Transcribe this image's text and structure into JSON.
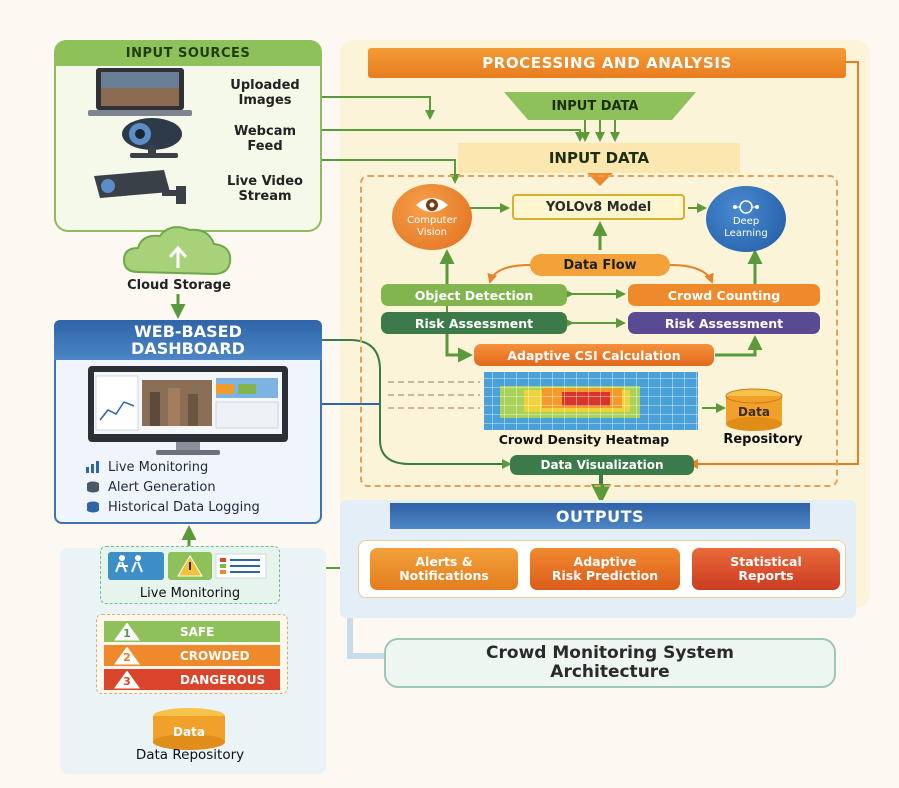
{
  "input_sources": {
    "title": "INPUT SOURCES",
    "items": [
      "Uploaded\nImages",
      "Webcam\nFeed",
      "Live Video\nStream"
    ]
  },
  "cloud": {
    "label": "Cloud Storage"
  },
  "processing": {
    "title": "PROCESSING AND ANALYSIS",
    "input_data_top": "INPUT  DATA",
    "input_data_main": "INPUT DATA",
    "yolo": "YOLOv8 Model",
    "computer_vision": [
      "Computer",
      "Vision"
    ],
    "deep_learning": [
      "Deep",
      "Learning"
    ],
    "data_flow": "Data Flow",
    "object_detection": "Object Detection",
    "crowd_counting": "Crowd Counting",
    "risk_left": "Risk Assessment",
    "risk_right": "Risk Assessment",
    "csi": "Adaptive CSI Calculation",
    "heatmap": "Crowd Density Heatmap",
    "repo_icon": "Data",
    "repo": "Repository",
    "visualization": "Data Visualization"
  },
  "dashboard": {
    "title_1": "WEB-BASED",
    "title_2": "DASHBOARD",
    "features": [
      "Live Monitoring",
      "Alert Generation",
      "Historical Data Logging"
    ]
  },
  "outputs": {
    "title": "OUTPUTS",
    "items": [
      {
        "line1": "Alerts &",
        "line2": "Notifications"
      },
      {
        "line1": "Adaptive",
        "line2": "Risk Prediction"
      },
      {
        "line1": "Statistical",
        "line2": "Reports"
      }
    ]
  },
  "system_title": {
    "line1": "Crowd Monitoring System",
    "line2": "Architecture"
  },
  "live_monitoring": {
    "label": "Live Monitoring",
    "levels": [
      {
        "num": "1",
        "label": "SAFE"
      },
      {
        "num": "2",
        "label": "CROWDED"
      },
      {
        "num": "3",
        "label": "DANGEROUS"
      }
    ]
  },
  "bottom_repo": {
    "icon_label": "Data",
    "label": "Data Repository"
  },
  "colors": {
    "green": "#7fb24a",
    "orange": "#ef8a2c",
    "blue": "#2f64a8",
    "purple": "#5a4a94",
    "teal_green": "#3d7a4a",
    "red": "#d8452b"
  }
}
